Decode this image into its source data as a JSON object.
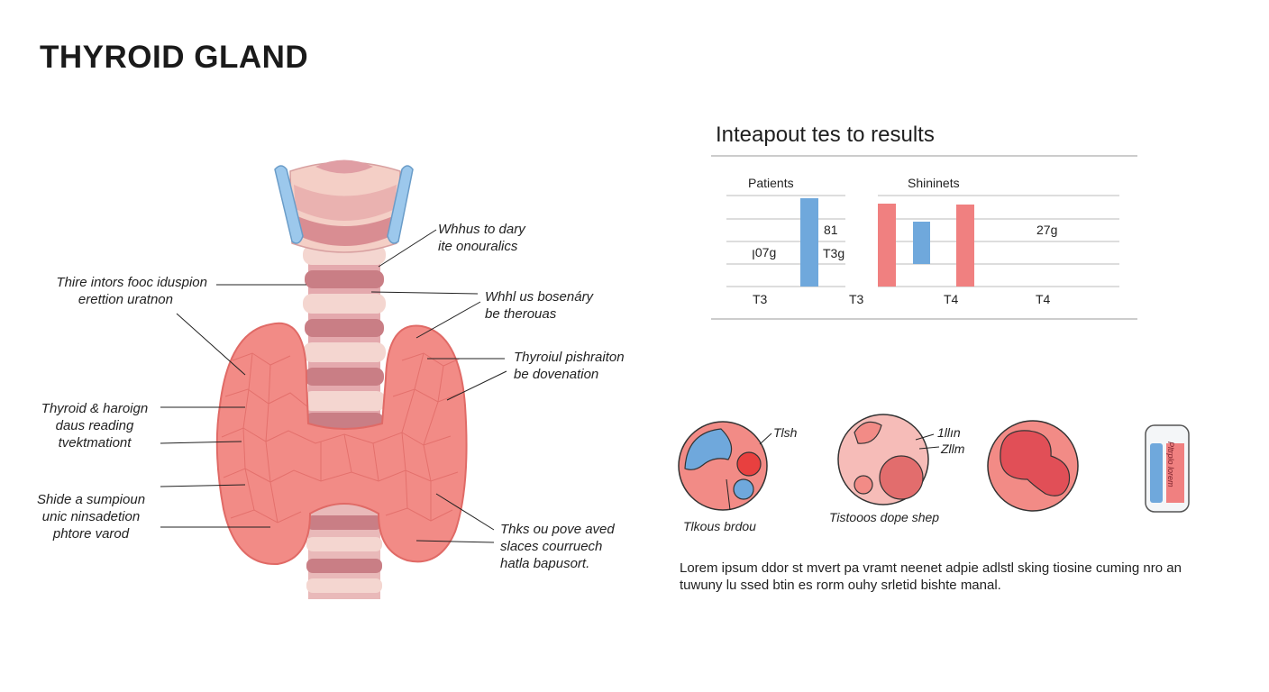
{
  "title": "THYROID GLAND",
  "annotations_left": [
    {
      "lines": [
        "Thire intors fooc iduspion",
        "erettion uratnon"
      ]
    },
    {
      "lines": [
        "Thyroid & haroign",
        "daus reading",
        "tvektmationt"
      ]
    },
    {
      "lines": [
        "Shide a sumpioun",
        "unic ninsadetion",
        "phtore varod"
      ]
    }
  ],
  "annotations_right": [
    {
      "lines": [
        "Whhus to dary",
        "ite onouralics"
      ]
    },
    {
      "lines": [
        "Whhl us bosenáry",
        "be therouas"
      ]
    },
    {
      "lines": [
        "Thyroiul pishraiton",
        "be dovenation"
      ]
    },
    {
      "lines": [
        "Thks ou pove aved",
        "slaces courruech",
        "hatla bapusort."
      ]
    }
  ],
  "chart_data": {
    "type": "bar",
    "title": "Inteapout tes to results",
    "panels": [
      {
        "header": "Patients",
        "x_labels": [
          "T3",
          "T3"
        ],
        "data_labels": [
          "ꞁ07g",
          "81",
          "T3g"
        ]
      },
      {
        "header": "Shininets",
        "x_labels": [
          "T4",
          "T4"
        ],
        "data_labels": [
          "27g"
        ]
      }
    ],
    "series_colors": {
      "blue": "#6fa8dc",
      "red": "#f08080"
    }
  },
  "cells": [
    {
      "label": "Tlsh",
      "caption": "Tlkous brdou"
    },
    {
      "labels": [
        "1llın",
        "Zllm"
      ],
      "caption": "Tistooos dope shep"
    },
    {
      "caption": ""
    }
  ],
  "tube_label": "Pltrplo lorem",
  "paragraph": [
    "Lorem ipsum ddor st mvert pa vramt neenet adpie adlstl sking tiosine cuming nro an",
    "tuwuny lu ssed btin es rorm ouhy srletid bishte manal."
  ],
  "colors": {
    "gland": "#f28b86",
    "gland_dark": "#e06a66",
    "cartilage": "#f4d6d0",
    "trachea_ring": "#c97e85",
    "blue_accent": "#9cc8ec",
    "bar_blue": "#6fa8dc",
    "bar_red": "#f08080"
  }
}
